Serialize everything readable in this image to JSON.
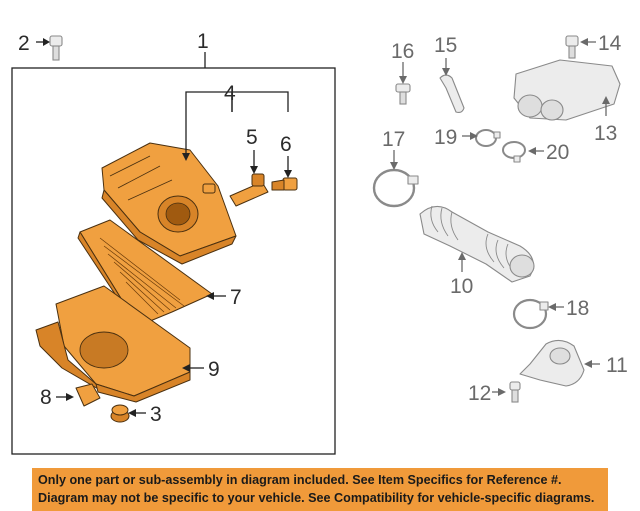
{
  "callouts": {
    "c1": "1",
    "c2": "2",
    "c3": "3",
    "c4": "4",
    "c5": "5",
    "c6": "6",
    "c7": "7",
    "c8": "8",
    "c9": "9",
    "c10": "10",
    "c11": "11",
    "c12": "12",
    "c13": "13",
    "c14": "14",
    "c15": "15",
    "c16": "16",
    "c17": "17",
    "c18": "18",
    "c19": "19",
    "c20": "20"
  },
  "disclaimer": {
    "line1": "Only one part or sub-assembly in diagram included. See Item Specifics for Reference #.",
    "line2": "Diagram may not be specific to your vehicle. See Compatibility for vehicle-specific diagrams."
  },
  "colors": {
    "highlight_part": "#f0a040",
    "other_part": "#ececec",
    "banner": "#f09a3a"
  }
}
